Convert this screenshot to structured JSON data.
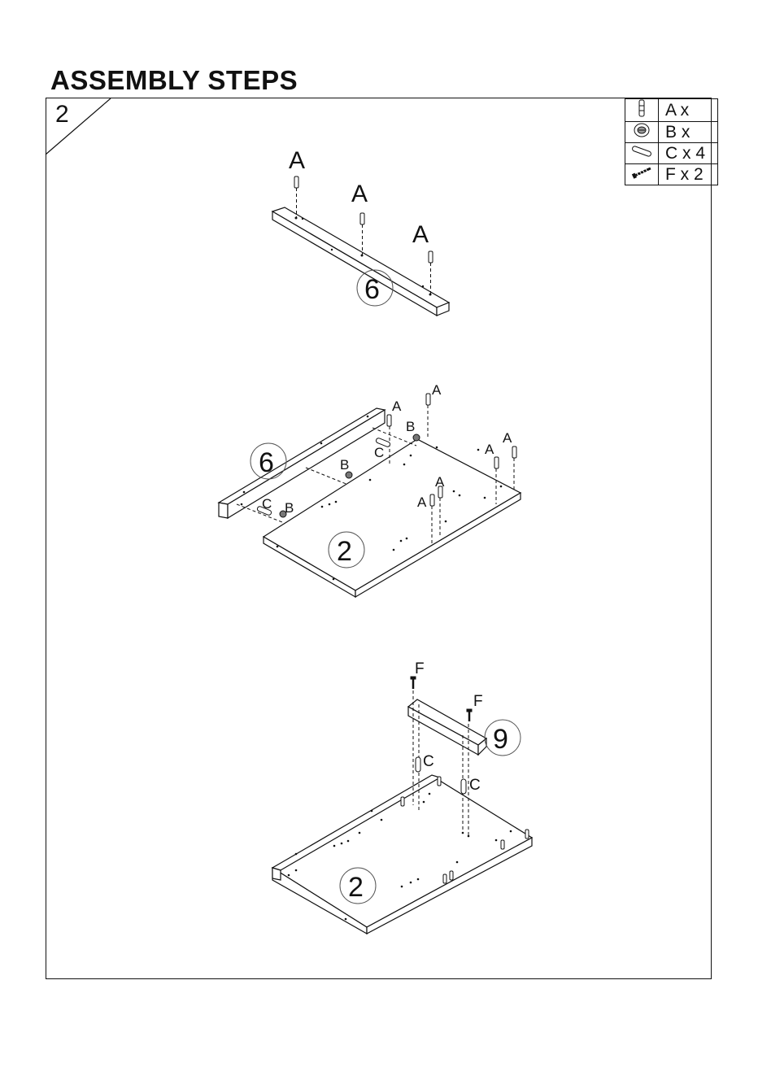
{
  "header": {
    "title": "ASSEMBLY STEPS"
  },
  "step": {
    "number": "2"
  },
  "parts": [
    {
      "label": "A x",
      "icon": "dowel-pin-icon"
    },
    {
      "label": "B x",
      "icon": "cam-lock-icon"
    },
    {
      "label": "C x 4",
      "icon": "wooden-dowel-icon"
    },
    {
      "label": "F x 2",
      "icon": "screw-icon"
    }
  ],
  "diagram1": {
    "part_a1": "A",
    "part_a2": "A",
    "part_a3": "A",
    "panel": "6"
  },
  "diagram2": {
    "a1": "A",
    "a2": "A",
    "a3": "A",
    "a4": "A",
    "a5": "A",
    "a6": "A",
    "b1": "B",
    "b2": "B",
    "b3": "B",
    "c1": "C",
    "c2": "C",
    "panel_side": "6",
    "panel_base": "2"
  },
  "diagram3": {
    "f1": "F",
    "f2": "F",
    "c1": "C",
    "c2": "C",
    "panel_bar": "9",
    "panel_base": "2"
  }
}
